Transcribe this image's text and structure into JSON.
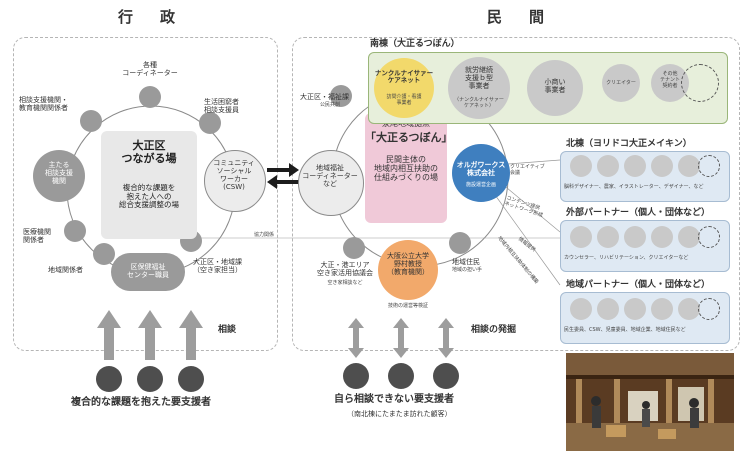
{
  "headings": {
    "gyosei": "行　政",
    "minkan": "民　間"
  },
  "left": {
    "center_title": "大正区\nつながる場",
    "center_sub": "複合的な課題を\n抱えた人への\n総合支援調整の場",
    "kakushu": "各種\nコーディネーター",
    "seikatsu": "生活困窮者\n相談支援員",
    "soudan_kikan": "相談支援機関・\n教育機関関係者",
    "main_soudan": "主たる\n相談支援\n機関",
    "iryo": "医療機関\n関係者",
    "chiiki_kankeisha": "地域関係者",
    "hoken": "区保健福祉\nセンター職員",
    "chiiki_ka": "大正区・地域課\n（空き家担当）",
    "csw": "コミュニティ\nソーシャル\nワーカー\n(CSW)",
    "soudan": "相談",
    "client": "複合的な課題を抱えた要支援者"
  },
  "center": {
    "fukushi_ka": "大正区・福祉課",
    "kojin_kigyo": "公民共創",
    "cw_coord": "地域福祉\nコーディネーター\nなど",
    "kyoryoku": "協力関係",
    "kyoten_head": "泉尾地域拠点",
    "kyoten_name": "「大正るつぼん」",
    "kyoten_desc": "民間主体の\n地域内相互扶助の\n仕組みづくりの場",
    "akiya": "大正・港エリア\n空き家活用協議会",
    "akiya_sub": "空き家相談など",
    "univ": "大阪公立大学\n野村教授\n（教育機関）",
    "univ_sub": "技術の運営等検証",
    "jumin": "地域住民",
    "jumin_sub": "地域の担い手",
    "olga": "オルガワークス\n株式会社",
    "olga_sub": "施設運営企画",
    "creative": "クリエイティブ\n会議",
    "contents": "コンテンツ提供\nネットワーク形成",
    "joho": "情報提供",
    "chiiki_net": "地域内相互扶助体制の構築",
    "soudan_hakkutsu": "相談の発掘",
    "client": "自ら相談できない要支援者",
    "client_sub": "（南北棟にたまたま訪れた顧客）"
  },
  "south": {
    "title": "南棟（大正るつぼん）",
    "care_net": "ナンクルナイサァー\nケアネット",
    "care_net_sub": "訪問介護・看護\n事業者",
    "shuro": "就労継続\n支援ｂ型\n事業者",
    "shuro_sub": "（ナンクルナイサァー\nケアネット）",
    "kozukai": "小商い\n事業者",
    "creator": "クリエイター",
    "tenant": "その他\nテナント\n契約者"
  },
  "north": {
    "title": "北棟（ヨリドコ大正メイキン）",
    "desc": "脳科デザイナー、農家、イラストレーター、デザイナー、など"
  },
  "outer1": {
    "title": "外部パートナー（個人・団体など）",
    "desc": "カウンセラー、リハビリテーション、クリエイターなど"
  },
  "outer2": {
    "title": "地域パートナー（個人・団体など）",
    "desc": "民生委員、CSW、児童委員、地域企業、地域住民など"
  },
  "colors": {
    "green": "#e7efdb",
    "blue": "#dfe9f3",
    "pink": "#f0c9d8",
    "orange": "#f2a96b",
    "yellow": "#f2d96b",
    "circle": "#9a9a9a"
  }
}
